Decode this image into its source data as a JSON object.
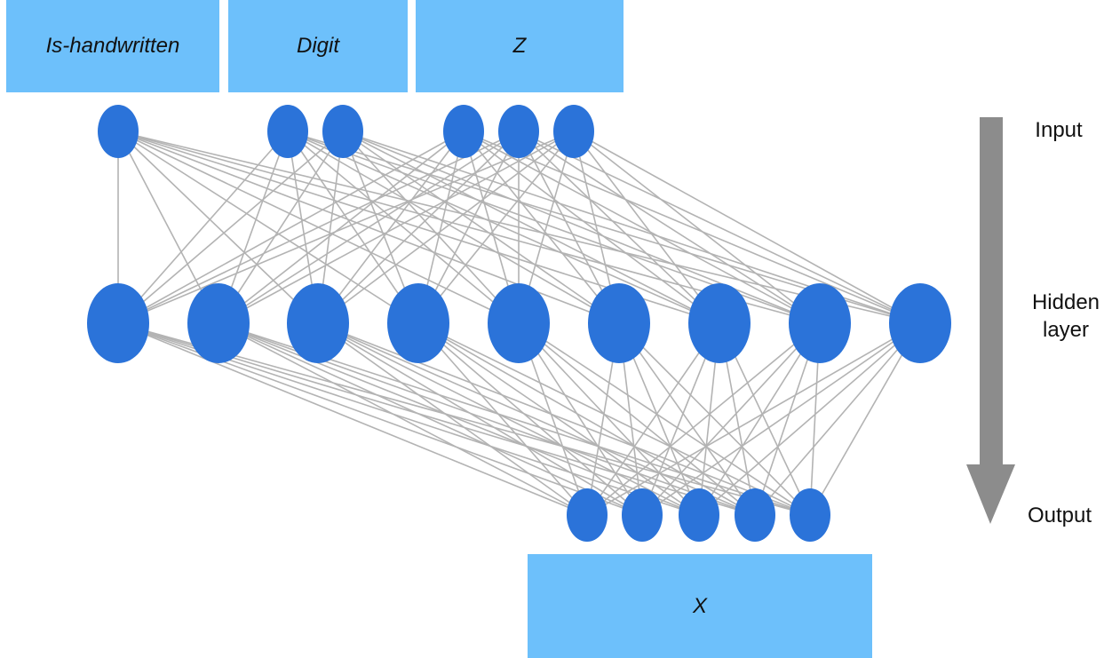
{
  "diagram": {
    "title": "Neural network: inputs to hidden layer to output",
    "input_groups": [
      {
        "label": "Is-handwritten",
        "node_count": 1
      },
      {
        "label": "Digit",
        "node_count": 2
      },
      {
        "label": "Z",
        "node_count": 3
      }
    ],
    "hidden_layer": {
      "node_count": 9
    },
    "output_group": {
      "label": "X",
      "node_count": 5
    },
    "connectivity": "fully-connected",
    "direction_labels": {
      "input": "Input",
      "hidden": "Hidden layer",
      "hidden_line1": "Hidden",
      "hidden_line2": "layer",
      "output": "Output"
    },
    "colors": {
      "box": "#6dc0fb",
      "node": "#2b73d9",
      "edge": "#b3b3b3",
      "arrow": "#8c8c8c"
    }
  }
}
